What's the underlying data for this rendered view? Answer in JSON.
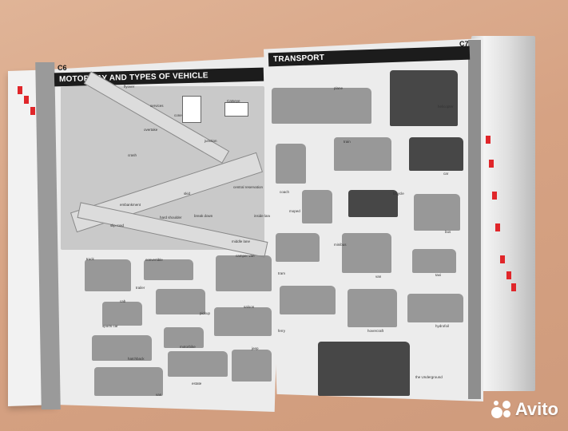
{
  "left_page": {
    "page_number": "C6",
    "title": "MOTORWAY AND TYPES OF VEHICLE",
    "scene_labels": [
      "flyover",
      "services",
      "cone",
      "Catseye",
      "junction",
      "overtake",
      "crash",
      "central reservation",
      "skid",
      "embankment",
      "hard shoulder",
      "break down",
      "slip road",
      "middle lane",
      "inside lane"
    ],
    "vehicle_labels": [
      "truck",
      "convertible",
      "camper van",
      "trailer",
      "cab",
      "pickup",
      "saloon",
      "sports car",
      "motorbike",
      "hatchback",
      "estate",
      "jeep",
      "van"
    ]
  },
  "right_page": {
    "page_number": "C7",
    "title": "TRANSPORT",
    "labels": [
      "plane",
      "helicopter",
      "train",
      "car",
      "coach",
      "bicycle",
      "moped",
      "bus",
      "minibus",
      "tram",
      "van",
      "taxi",
      "ferry",
      "hovercraft",
      "hydrofoil",
      "the Underground"
    ]
  },
  "watermark": {
    "text": "Avito"
  },
  "colors": {
    "tab_red": "#e0262a",
    "header_black": "#1c1c1c",
    "table": "#d8a889"
  }
}
